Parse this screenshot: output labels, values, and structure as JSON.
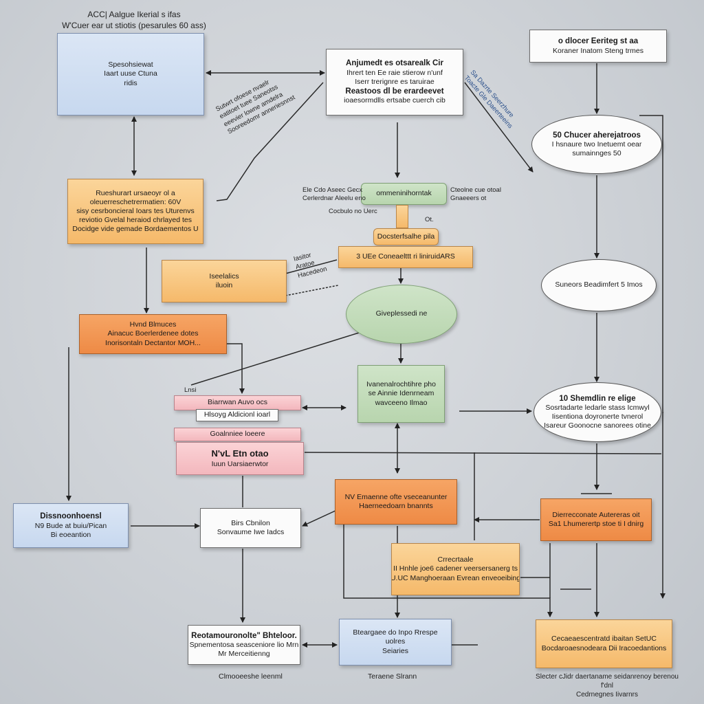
{
  "header": {
    "line1": "ACC| Aalgue Ikerial s ifas",
    "line2": "W'Cuer ear ut stiotis (pesarules 60 ass)"
  },
  "nodes": {
    "topLeft": {
      "lines": [
        "Spesohsiewat",
        "Iaart uuse Ctuna",
        "ridis"
      ]
    },
    "topCenter": {
      "lines": [
        "Anjumedt es otsarealk Cir",
        "Ihrert ten Ee raie stierow n'unf",
        "Iserr trerignre es taruirae",
        "Reastoos dl be erardeevet",
        "ioaesormdlls ertsabe cuerch cib"
      ]
    },
    "topRight": {
      "lines": [
        "o dlocer Eeriteg st aa",
        "Koraner Inatom Steng trmes"
      ]
    },
    "ellipseRight1": {
      "lines": [
        "50 Chucer aherejatroos",
        "I hsnaure two Inetuemt oear",
        "sumainnges 50"
      ]
    },
    "leftOrange": {
      "lines": [
        "Rueshurart ursaeoyr ol a",
        "oleuerreschetrermatien: 60V",
        "sisy cesrboncieral Ioars tes Uturenvs",
        "reviotio Gvelal heraiod chrlayed tes",
        "Docidge vide gemade Bordaementos U"
      ]
    },
    "tealTab": {
      "lines": [
        "ommeninihorntak"
      ]
    },
    "smallOrange": {
      "lines": [
        "Docsterfsalhe pila"
      ]
    },
    "orangeBar": {
      "lines": [
        "3 UEe Coneaelttt  ri liniruidARS"
      ]
    },
    "midOrange": {
      "lines": [
        "Iseelalics",
        "iluoin"
      ]
    },
    "ellipseRight2": {
      "lines": [
        "Suneors Beadimfert 5 Imos"
      ]
    },
    "deepOrangeLeft": {
      "lines": [
        "Hvnd Blmuces",
        "Ainacuc Boerlerdenee dotes",
        "Inorisontaln Dectantor MOH..."
      ]
    },
    "greenEllipse": {
      "lines": [
        "Giveplessedi ne"
      ]
    },
    "greenBox": {
      "lines": [
        "Ivanenalrochtihre pho",
        "se Ainnie Idenrneam",
        "wavceeno Ilmao"
      ]
    },
    "pinkStack": {
      "lines": [
        "Biarrwan Auvo ocs",
        "Hlsoyg Aldicionl ioarl",
        "Goalnniee loeere",
        "N'vL Etn otao",
        "Iuun Uarsiaerwtor"
      ]
    },
    "ellipseRight3": {
      "lines": [
        "10 Shemdlin re elige",
        "Sosrtadarte ledarle stass Icmwyl",
        "Iisentiona doyronerte tvnerol",
        "Isareur Goonocne sanorees otine"
      ]
    },
    "blueLeft": {
      "lines": [
        "Dissnoonhoensl",
        "N9 Bude at buiu/Pican",
        "Bi eoeantion"
      ]
    },
    "whiteMidLeft": {
      "lines": [
        "Birs Cbnilon",
        "Sonvaume Iwe Iadcs"
      ]
    },
    "orangeCenter": {
      "lines": [
        "NV Emaenne ofte vseceanunter",
        "Haerneedoarn bnannts"
      ]
    },
    "orangeRight": {
      "lines": [
        "Dierrecconate Autereras oit",
        "Sa1 Lhumerertp stoe ti I dnirg"
      ]
    },
    "orangeLower": {
      "lines": [
        "Crrecrtaale",
        "II Hnhle joe6 cadener veersersanerg ts",
        "U.UC Manghoeraan Evrean enveoeibing"
      ]
    },
    "whiteBottom": {
      "lines": [
        "Reotamouronolte\" Bhteloor.",
        "Spnementosa seasceniore lio Mrn",
        "Mr Merceitienng"
      ]
    },
    "blueBottom": {
      "lines": [
        "Bteargaee do Inpo Rrespe",
        "uolres",
        "Seiaries"
      ]
    },
    "orangeBottomRight": {
      "lines": [
        "Cecaeaescentratd ibaitan SetUC",
        "Bocdaroaesnodeara Dii Iracoedantions"
      ]
    }
  },
  "labels": {
    "leftSlant": [
      "Sutwrt ofoese nvaelr",
      "eatitoet tuee Saneotss",
      "eeevier lowne amdelra",
      "Sooreedomr anneriesnnst"
    ],
    "tealLeft": [
      "Ele Cdo Aseec Gecx",
      "Cerlerdnar Aleelu eno"
    ],
    "tealRight": [
      "Cteolne cue otoal",
      "Gnaeeers ot"
    ],
    "orangeBarLeft": [
      "Iasitor",
      "Aratoe",
      "Hacedeon"
    ],
    "underTeal": [
      "Cocbulo no Uerc",
      "Ot."
    ],
    "rightSlant": [
      "Sa Dazrte Seerzhure",
      "Toacte Gle Daeerteeins"
    ],
    "pinkTop": [
      "Lnsi"
    ],
    "belowWhiteBottom": [
      "Clmooeeshe leenml"
    ],
    "belowBlueBottom": [
      "Teraene Slrann"
    ],
    "belowOrangeBottomRight": [
      "Slecter cJidr daertaname seidanrenoy berenou f'dnl",
      "Cedrnegnes Iivarnrs"
    ]
  }
}
